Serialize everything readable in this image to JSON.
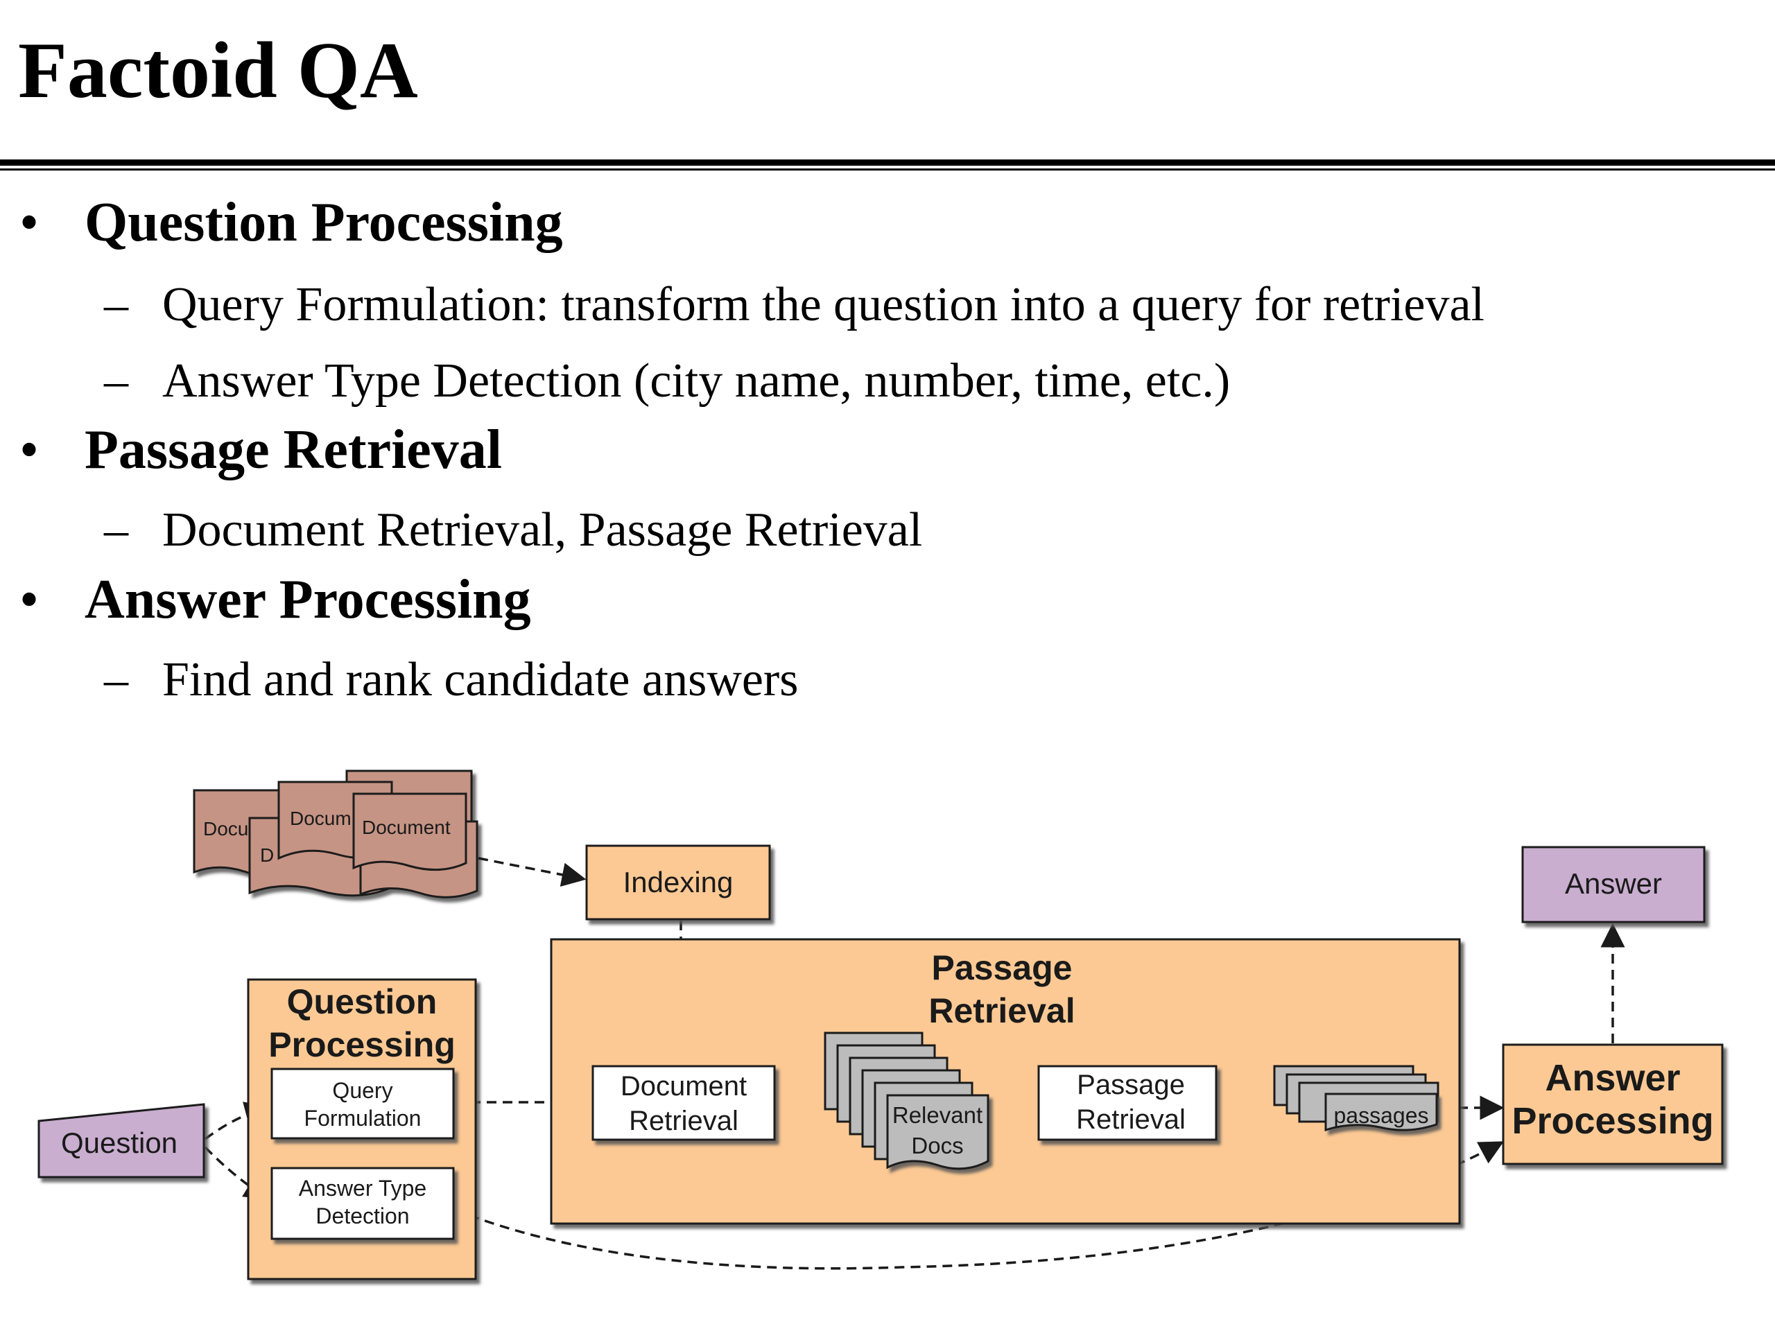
{
  "slide": {
    "title": "Factoid QA"
  },
  "bullets": [
    {
      "label": "Question Processing",
      "subs": [
        "Query Formulation: transform the question into a query for retrieval",
        "Answer Type Detection (city name, number, time, etc.)"
      ]
    },
    {
      "label": "Passage Retrieval",
      "subs": [
        "Document Retrieval, Passage Retrieval"
      ]
    },
    {
      "label": "Answer Processing",
      "subs": [
        "Find and rank candidate answers"
      ]
    }
  ],
  "glyphs": {
    "bullet": "•",
    "dash": "–"
  },
  "diagram": {
    "documents": {
      "back_left": "Docu",
      "back_left_lower": "D",
      "middle": "Docum",
      "front": "Document"
    },
    "indexing": "Indexing",
    "question": "Question",
    "question_processing": {
      "title_line1": "Question",
      "title_line2": "Processing"
    },
    "query_formulation": {
      "line1": "Query",
      "line2": "Formulation"
    },
    "answer_type_detection": {
      "line1": "Answer Type",
      "line2": "Detection"
    },
    "passage_retrieval_group": {
      "title_line1": "Passage",
      "title_line2": "Retrieval"
    },
    "document_retrieval": {
      "line1": "Document",
      "line2": "Retrieval"
    },
    "relevant_docs": {
      "line1": "Relevant",
      "line2": "Docs"
    },
    "passage_retrieval": {
      "line1": "Passage",
      "line2": "Retrieval"
    },
    "passages": "passages",
    "answer_processing": {
      "line1": "Answer",
      "line2": "Processing"
    },
    "answer": "Answer"
  },
  "colors": {
    "orange_fill": "#fcc994",
    "purple_fill": "#c9aed0",
    "brown_doc": "#c69484",
    "gray_stack": "#bcbcbc",
    "white_box": "#ffffff",
    "stroke": "#1a1a1a",
    "shadow": "#555555"
  }
}
